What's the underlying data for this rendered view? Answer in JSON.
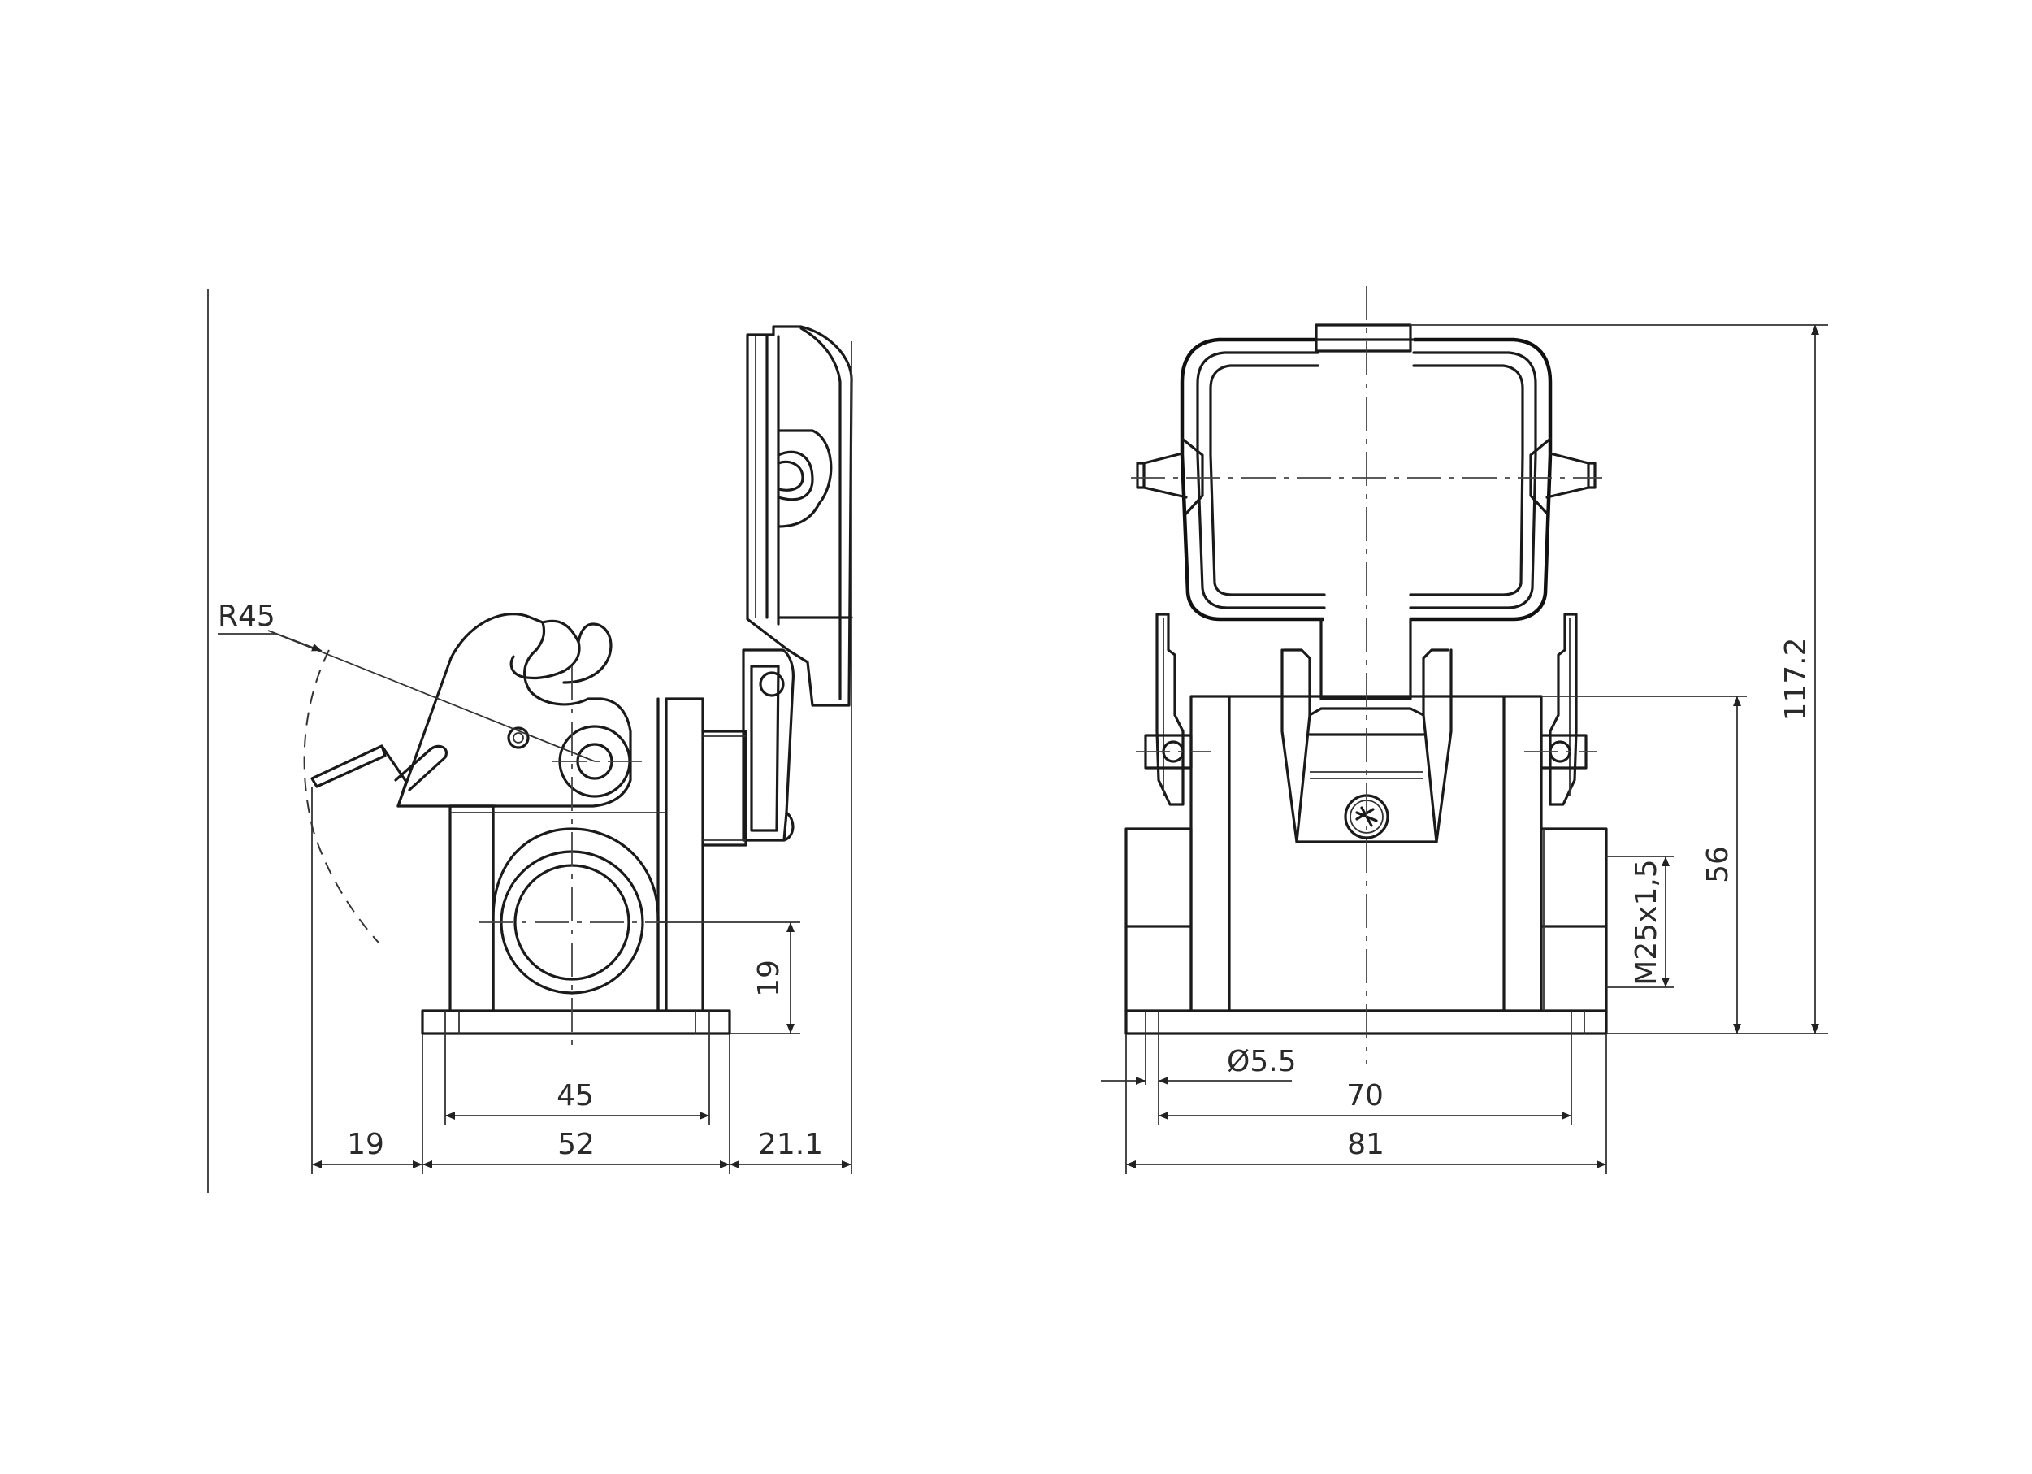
{
  "side_view": {
    "dimensions": {
      "radius": "R45",
      "left_offset": "19",
      "base_length": "52",
      "hole_spacing": "45",
      "right_offset": "21.1",
      "entry_height": "19"
    }
  },
  "front_view": {
    "dimensions": {
      "hole_diameter": "Ø5.5",
      "hole_spacing": "70",
      "overall_width": "81",
      "thread": "M25x1,5",
      "housing_height": "56",
      "overall_height": "117.2"
    }
  }
}
